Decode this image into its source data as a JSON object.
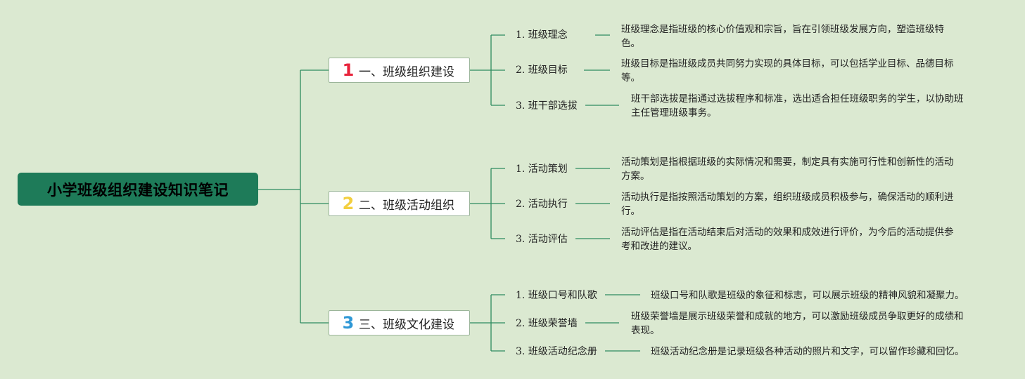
{
  "title": "小学班级组织建设知识笔记",
  "colors": {
    "line": "#2d8c5f",
    "root_bg": "#1e7b59",
    "background": "#dbe9d1"
  },
  "branches": [
    {
      "number": "1",
      "label": "一、班级组织建设",
      "leaves": [
        {
          "label": "1. 班级理念",
          "desc": "班级理念是指班级的核心价值观和宗旨，旨在引领班级发展方向，塑造班级特\n色。"
        },
        {
          "label": "2. 班级目标",
          "desc": "班级目标是指班级成员共同努力实现的具体目标，可以包括学业目标、品德目标\n等。"
        },
        {
          "label": "3. 班干部选拔",
          "desc": "班干部选拔是指通过选拔程序和标准，选出适合担任班级职务的学生，以协助班\n主任管理班级事务。"
        }
      ]
    },
    {
      "number": "2",
      "label": "二、班级活动组织",
      "leaves": [
        {
          "label": "1. 活动策划",
          "desc": "活动策划是指根据班级的实际情况和需要，制定具有实施可行性和创新性的活动\n方案。"
        },
        {
          "label": "2. 活动执行",
          "desc": "活动执行是指按照活动策划的方案，组织班级成员积极参与，确保活动的顺利进\n行。"
        },
        {
          "label": "3. 活动评估",
          "desc": "活动评估是指在活动结束后对活动的效果和成效进行评价，为今后的活动提供参\n考和改进的建议。"
        }
      ]
    },
    {
      "number": "3",
      "label": "三、班级文化建设",
      "leaves": [
        {
          "label": "1. 班级口号和队歌",
          "desc": "班级口号和队歌是班级的象征和标志，可以展示班级的精神风貌和凝聚力。"
        },
        {
          "label": "2. 班级荣誉墙",
          "desc": "班级荣誉墙是展示班级荣誉和成就的地方，可以激励班级成员争取更好的成绩和\n表现。"
        },
        {
          "label": "3. 班级活动纪念册",
          "desc": "班级活动纪念册是记录班级各种活动的照片和文字，可以留作珍藏和回忆。"
        }
      ]
    }
  ]
}
